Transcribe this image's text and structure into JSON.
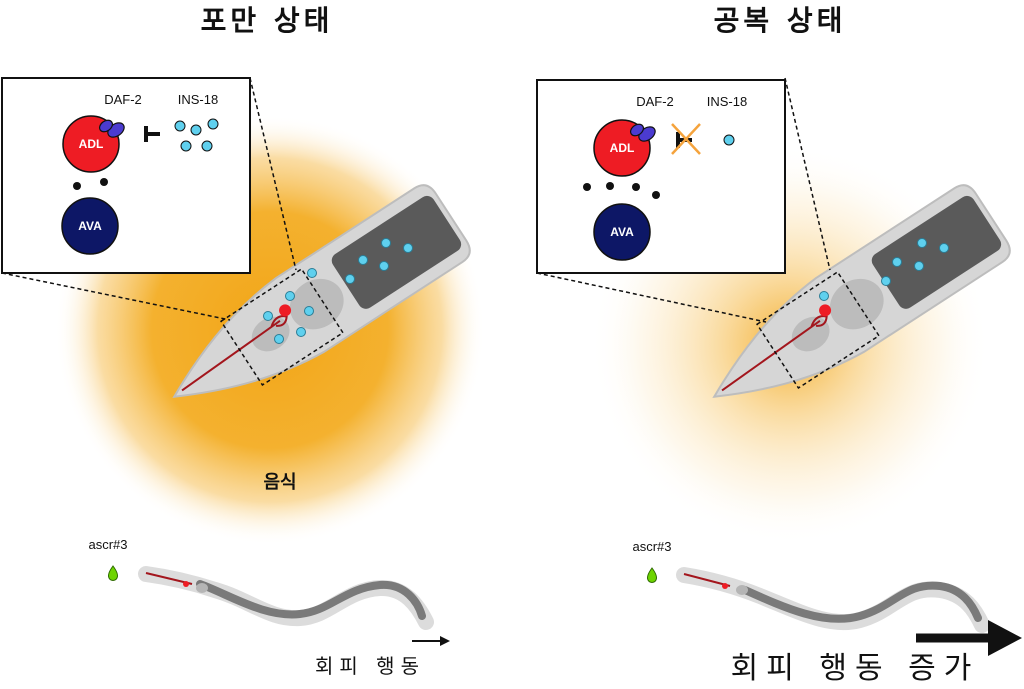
{
  "left_panel": {
    "title": "포만 상태",
    "receptor_label": "DAF-2",
    "peptide_label": "INS-18",
    "adl_label": "ADL",
    "ava_label": "AVA",
    "food_label": "음식",
    "cue_label": "ascr#3",
    "behavior_label": "회피 행동"
  },
  "right_panel": {
    "title": "공복 상태",
    "receptor_label": "DAF-2",
    "peptide_label": "INS-18",
    "adl_label": "ADL",
    "ava_label": "AVA",
    "cue_label": "ascr#3",
    "behavior_label": "회피 행동 증가"
  },
  "colors": {
    "adl": "#ee1c24",
    "ava": "#0d1766",
    "receptor": "#4b3bd0",
    "peptide": "#5fd0ee",
    "food_glow": "#f2a516",
    "cue_drop": "#6dd400",
    "block_cross": "#f5a33c",
    "neuron_line": "#a3161d",
    "worm_body": "#888888"
  },
  "icons": [
    "inhibition-bar-icon",
    "blocked-inhibition-icon",
    "ascr-droplet-icon",
    "arrow-right-icon"
  ]
}
